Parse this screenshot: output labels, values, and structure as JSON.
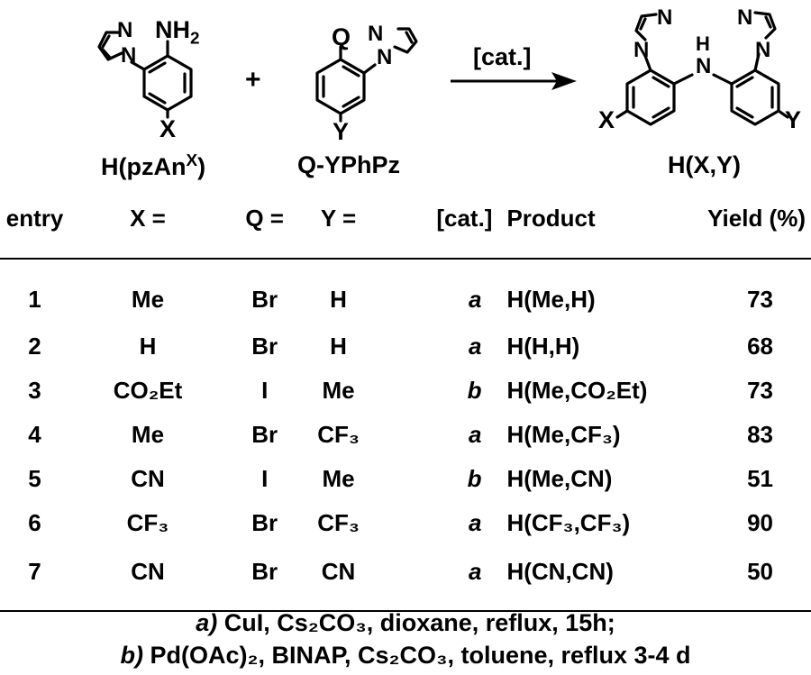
{
  "scheme": {
    "reactant1": {
      "label_base": "H(pzAn",
      "label_sup": "X",
      "label_end": ")",
      "substituent": "X",
      "amine": "NH",
      "amine_sub": "2",
      "ring_n1": "N",
      "ring_n2": "N"
    },
    "plus": "+",
    "reactant2": {
      "label": "Q-YPhPz",
      "substituent_q": "Q",
      "substituent_y": "Y",
      "ring_n1": "N",
      "ring_n2": "N"
    },
    "arrow_label": "[cat.]",
    "product": {
      "label": "H(X,Y)",
      "substituent_x": "X",
      "substituent_y": "Y",
      "bridge_h": "H",
      "bridge_n": "N",
      "ring_n1": "N",
      "ring_n2": "N",
      "ring_n3": "N",
      "ring_n4": "N"
    }
  },
  "table": {
    "headers": {
      "entry": "entry",
      "x": "X =",
      "q": "Q =",
      "y": "Y =",
      "cat": "[cat.]",
      "product": "Product",
      "yield": "Yield (%)"
    },
    "rows": [
      {
        "entry": "1",
        "x": "Me",
        "q": "Br",
        "y": "H",
        "cat": "a",
        "product": "H(Me,H)",
        "yield": "73"
      },
      {
        "entry": "2",
        "x": "H",
        "q": "Br",
        "y": "H",
        "cat": "a",
        "product": "H(H,H)",
        "yield": "68"
      },
      {
        "entry": "3",
        "x": "CO₂Et",
        "q": "I",
        "y": "Me",
        "cat": "b",
        "product": "H(Me,CO₂Et)",
        "yield": "73"
      },
      {
        "entry": "4",
        "x": "Me",
        "q": "Br",
        "y": "CF₃",
        "cat": "a",
        "product": "H(Me,CF₃)",
        "yield": "83"
      },
      {
        "entry": "5",
        "x": "CN",
        "q": "I",
        "y": "Me",
        "cat": "b",
        "product": "H(Me,CN)",
        "yield": "51"
      },
      {
        "entry": "6",
        "x": "CF₃",
        "q": "Br",
        "y": "CF₃",
        "cat": "a",
        "product": "H(CF₃,CF₃)",
        "yield": "90"
      },
      {
        "entry": "7",
        "x": "CN",
        "q": "Br",
        "y": "CN",
        "cat": "a",
        "product": "H(CN,CN)",
        "yield": "50"
      }
    ]
  },
  "footnotes": {
    "a_marker": "a)",
    "a_text": "CuI, Cs₂CO₃, dioxane, reflux, 15h;",
    "b_marker": "b)",
    "b_text": "Pd(OAc)₂, BINAP, Cs₂CO₃, toluene, reflux 3-4 d"
  }
}
